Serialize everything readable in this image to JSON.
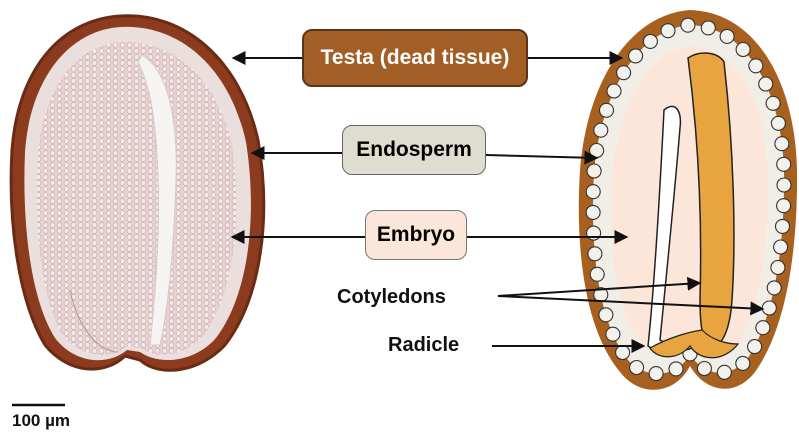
{
  "labels": {
    "testa": "Testa (dead tissue)",
    "endosperm": "Endosperm",
    "embryo": "Embryo",
    "cotyledons": "Cotyledons",
    "radicle": "Radicle"
  },
  "scale_bar": {
    "text": "100 µm"
  },
  "colors": {
    "testa_box": "#a35e26",
    "testa_text": "#ffffff",
    "endosperm_box": "#deddcf",
    "embryo_box": "#fbe6d9",
    "seed_coat": "#a8601f",
    "embryo_fill": "#fce6da",
    "cotyledon": "#e7a43f",
    "endosperm_cells": "#f3f1ec"
  }
}
